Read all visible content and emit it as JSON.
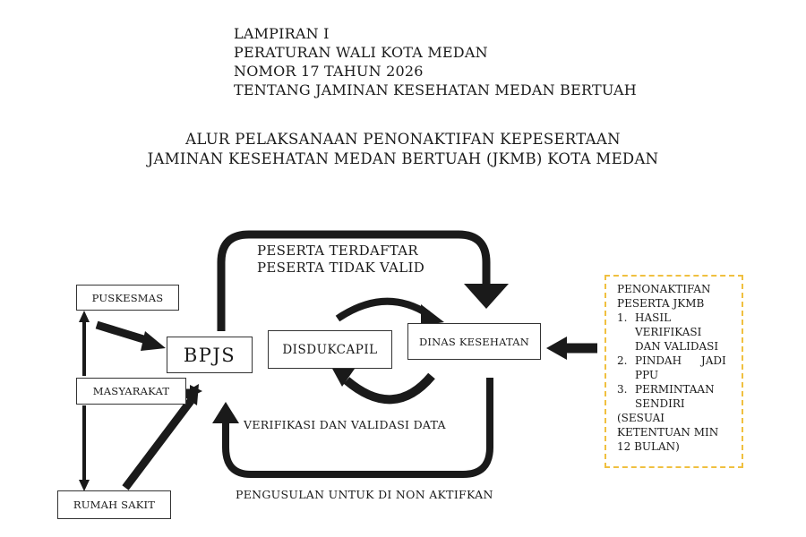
{
  "header": {
    "line1": "LAMPIRAN I",
    "line2": "PERATURAN WALI KOTA MEDAN",
    "line3": "NOMOR 17 TAHUN 2026",
    "line4": "TENTANG JAMINAN KESEHATAN MEDAN BERTUAH"
  },
  "title": {
    "line1": "ALUR PELAKSANAAN PENONAKTIFAN KEPESERTAAN",
    "line2": "JAMINAN KESEHATAN MEDAN BERTUAH (JKMB) KOTA MEDAN"
  },
  "nodes": {
    "puskesmas": "PUSKESMAS",
    "masyarakat": "MASYARAKAT",
    "rumah_sakit": "RUMAH SAKIT",
    "bpjs": "BPJS",
    "disdukcapil": "DISDUKCAPIL",
    "dinas_kesehatan": "DINAS KESEHATAN"
  },
  "flow_labels": {
    "top_line1": "PESERTA TERDAFTAR",
    "top_line2": "PESERTA TIDAK VALID",
    "middle": "VERIFIKASI DAN VALIDASI DATA",
    "bottom": "PENGUSULAN UNTUK DI NON AKTIFKAN"
  },
  "side_note": {
    "title_line1": "PENONAKTIFAN",
    "title_line2": "PESERTA JKMB",
    "items": [
      {
        "num": "1.",
        "line1": "HASIL",
        "line2": "VERIFIKASI",
        "line3": "DAN VALIDASI"
      },
      {
        "num": "2.",
        "line1": "PINDAH JADI",
        "line2": "PPU"
      },
      {
        "num": "3.",
        "line1": "PERMINTAAN",
        "line2": "SENDIRI"
      }
    ],
    "footnote_line1": "(SESUAI",
    "footnote_line2": "KETENTUAN MIN",
    "footnote_line3": "12 BULAN)"
  }
}
